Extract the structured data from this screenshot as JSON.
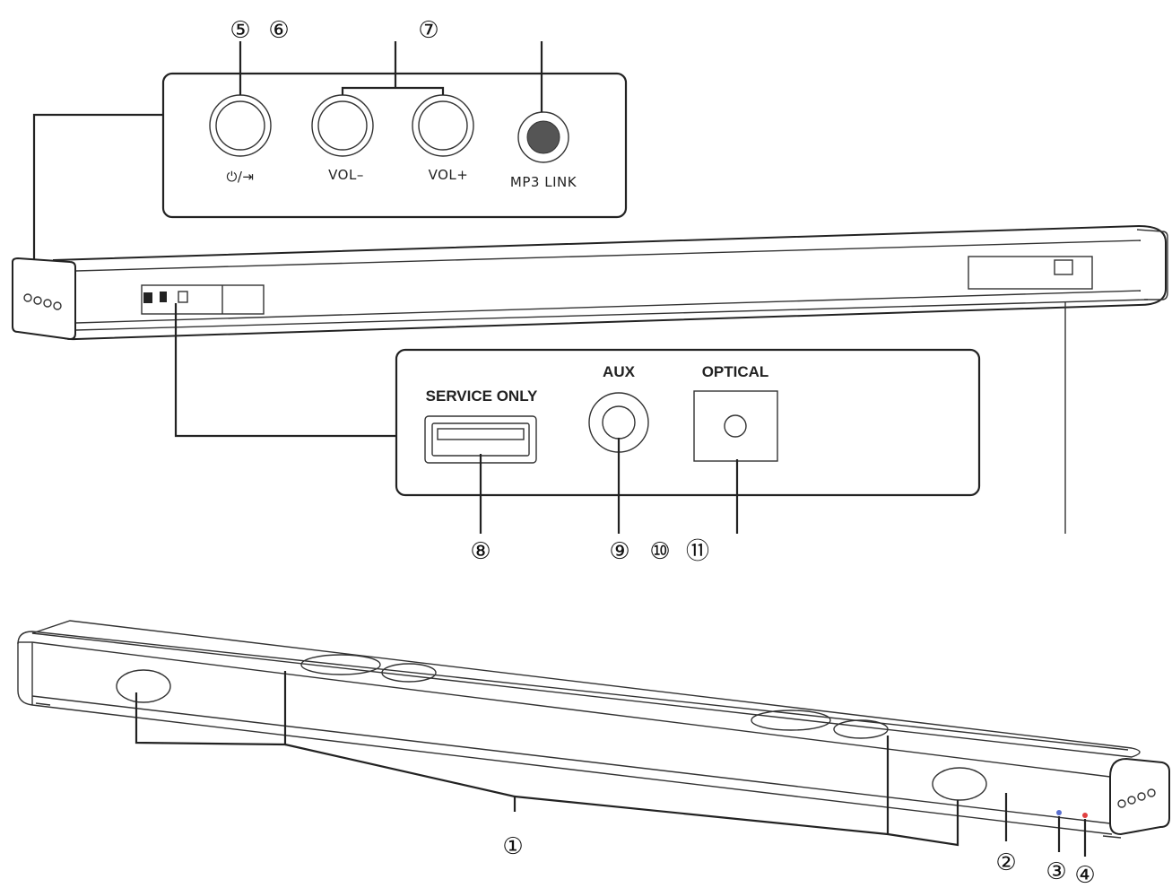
{
  "callouts": {
    "c1": "①",
    "c2": "②",
    "c3": "③",
    "c4": "④",
    "c5": "⑤",
    "c6": "⑥",
    "c7": "⑦",
    "c8": "⑧",
    "c9": "⑨",
    "c10": "⑩",
    "c11": "⑪"
  },
  "top_panel": {
    "power_label": "⏻/⇥",
    "vol_minus_label": "VOL–",
    "vol_plus_label": "VOL+",
    "mp3_label": "MP3 LINK"
  },
  "port_panel": {
    "service_label": "SERVICE ONLY",
    "aux_label": "AUX",
    "optical_label": "OPTICAL"
  },
  "colors": {
    "led_blue": "#5a6fd0",
    "led_red": "#e04040",
    "mp3_jack": "#555555"
  }
}
